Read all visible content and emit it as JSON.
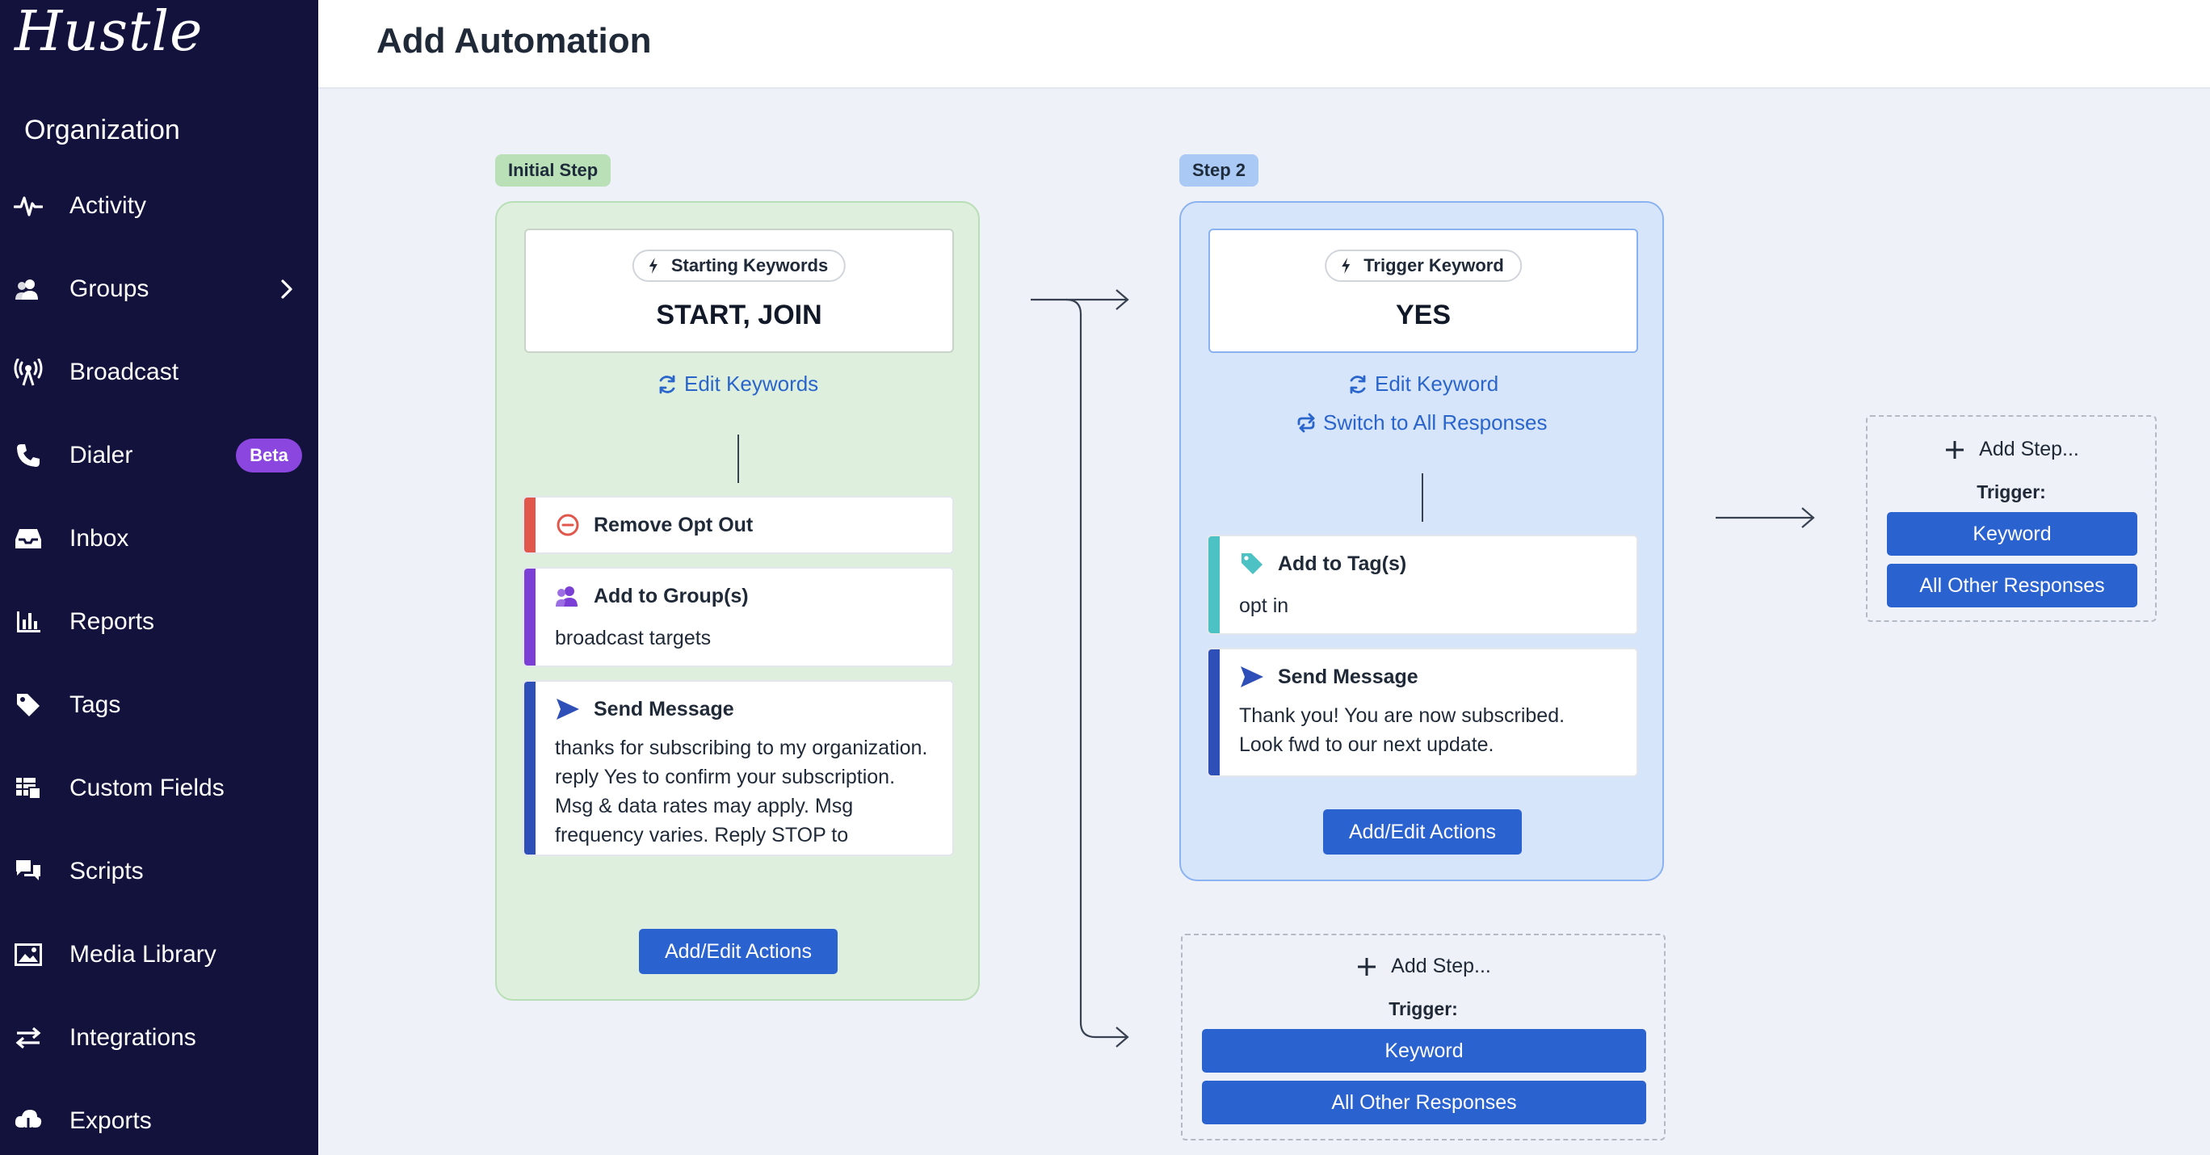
{
  "app": {
    "logo": "Hustle",
    "section": "Organization"
  },
  "sidebar": {
    "items": [
      {
        "label": "Activity",
        "icon": "activity-icon"
      },
      {
        "label": "Groups",
        "icon": "groups-icon",
        "chevron": true
      },
      {
        "label": "Broadcast",
        "icon": "broadcast-icon"
      },
      {
        "label": "Dialer",
        "icon": "phone-icon",
        "badge": "Beta"
      },
      {
        "label": "Inbox",
        "icon": "inbox-icon"
      },
      {
        "label": "Reports",
        "icon": "reports-icon"
      },
      {
        "label": "Tags",
        "icon": "tag-icon"
      },
      {
        "label": "Custom Fields",
        "icon": "custom-fields-icon"
      },
      {
        "label": "Scripts",
        "icon": "scripts-icon"
      },
      {
        "label": "Media Library",
        "icon": "media-icon"
      },
      {
        "label": "Integrations",
        "icon": "integrations-icon"
      },
      {
        "label": "Exports",
        "icon": "exports-icon"
      }
    ]
  },
  "header": {
    "title": "Add Automation"
  },
  "step1": {
    "label": "Initial Step",
    "trigger_pill": "Starting Keywords",
    "trigger_value": "START, JOIN",
    "edit_link": "Edit Keywords",
    "actions": [
      {
        "title": "Remove Opt Out",
        "body": ""
      },
      {
        "title": "Add to Group(s)",
        "body": "broadcast targets"
      },
      {
        "title": "Send Message",
        "body": "thanks for subscribing to my organization. reply Yes to confirm your subscription. Msg & data rates may apply. Msg frequency varies. Reply STOP to unsubscribe."
      }
    ],
    "button": "Add/Edit Actions"
  },
  "step2": {
    "label": "Step 2",
    "trigger_pill": "Trigger Keyword",
    "trigger_value": "YES",
    "edit_link": "Edit Keyword",
    "switch_link": "Switch to All Responses",
    "actions": [
      {
        "title": "Add to Tag(s)",
        "body": "opt in"
      },
      {
        "title": "Send Message",
        "body": "Thank you! You are now subscribed. Look fwd to our next update."
      }
    ],
    "button": "Add/Edit Actions"
  },
  "add_step_right": {
    "title": "Add Step...",
    "trigger_label": "Trigger:",
    "keyword_btn": "Keyword",
    "other_btn": "All Other Responses"
  },
  "add_step_bottom": {
    "title": "Add Step...",
    "trigger_label": "Trigger:",
    "keyword_btn": "Keyword",
    "other_btn": "All Other Responses"
  },
  "colors": {
    "sidebar_bg": "#13123d",
    "primary": "#2a62d0",
    "link": "#2a65cc",
    "green_bg": "#def0dd",
    "blue_bg": "#d7e5fb",
    "beta": "#8b46e0"
  }
}
